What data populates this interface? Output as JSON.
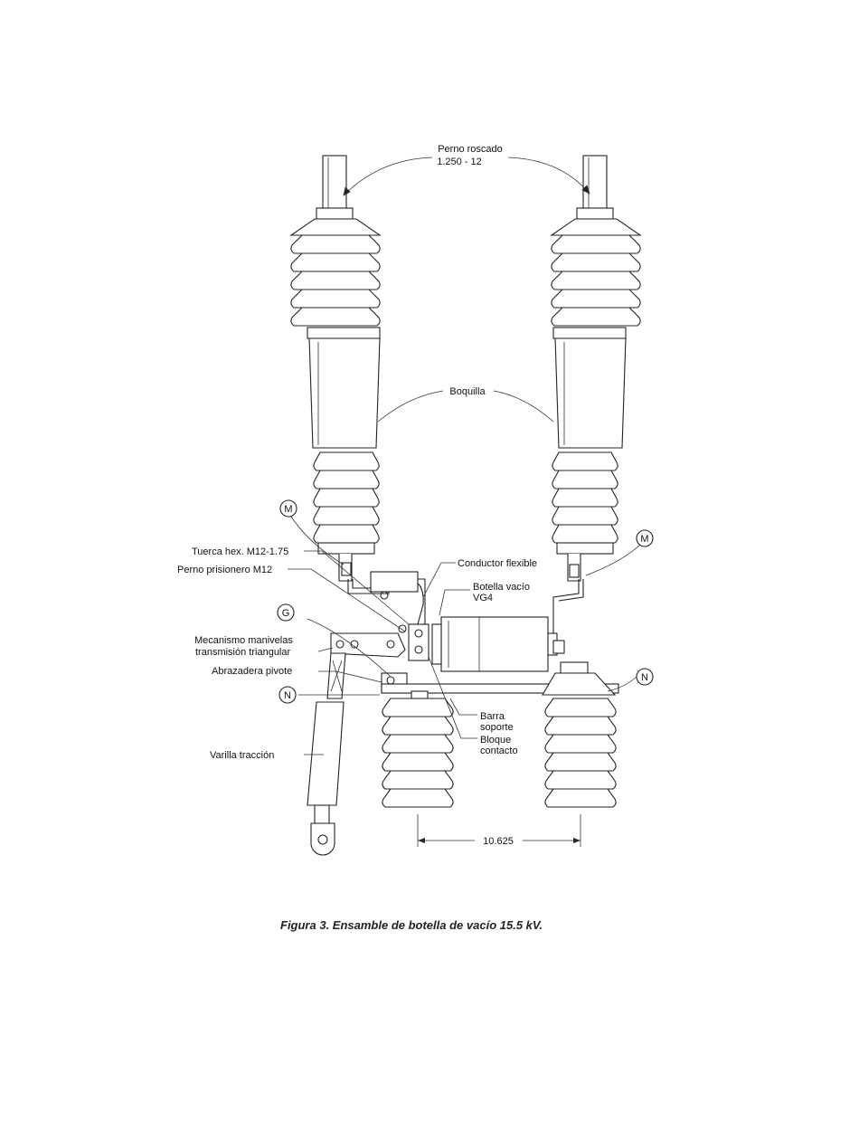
{
  "labels": {
    "perno_roscado_1": "Perno roscado",
    "perno_roscado_2": "1.250 - 12",
    "boquilla": "Boquilla",
    "tuerca_hex": "Tuerca hex. M12-1.75",
    "perno_prisionero": "Perno prisionero M12",
    "conductor_flexible": "Conductor flexible",
    "botella_vacio_1": "Botella vacío",
    "botella_vacio_2": "VG4",
    "mecanismo_1": "Mecanismo manivelas",
    "mecanismo_2": "transmisión triangular",
    "abrazadera": "Abrazadera pivote",
    "barra_1": "Barra",
    "barra_2": "soporte",
    "bloque_1": "Bloque",
    "bloque_2": "contacto",
    "varilla": "Varilla tracción",
    "dimension": "10.625"
  },
  "callouts": {
    "m_left": "M",
    "m_right": "M",
    "g": "G",
    "n_left": "N",
    "n_right": "N"
  },
  "caption": "Figura 3. Ensamble de botella de vacío 15.5 kV."
}
